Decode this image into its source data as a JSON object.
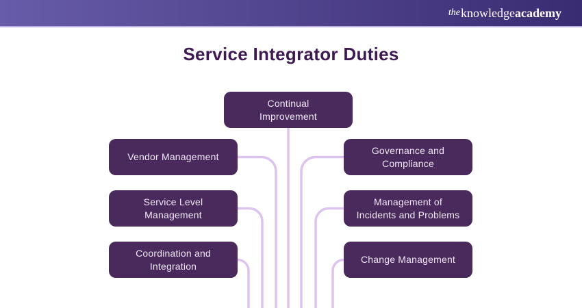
{
  "header": {
    "logo": {
      "the": "the",
      "knowledge": "knowledge",
      "academy": "academy"
    }
  },
  "title": "Service Integrator Duties",
  "diagram": {
    "center_node": {
      "label": "Continual\nImprovement"
    },
    "left_nodes": [
      {
        "label": "Vendor Management"
      },
      {
        "label": "Service Level\nManagement"
      },
      {
        "label": "Coordination and\nIntegration"
      }
    ],
    "right_nodes": [
      {
        "label": "Governance and\nCompliance"
      },
      {
        "label": "Management of\nIncidents and Problems"
      },
      {
        "label": "Change Management"
      }
    ]
  },
  "colors": {
    "header_gradient_start": "#675CA9",
    "header_gradient_end": "#3A2C72",
    "header_underline": "#B9AEDC",
    "title_text": "#3E1954",
    "node_fill": "#4A2A5C",
    "node_text": "#EFE7F5",
    "connector": "#DDC4EE"
  }
}
